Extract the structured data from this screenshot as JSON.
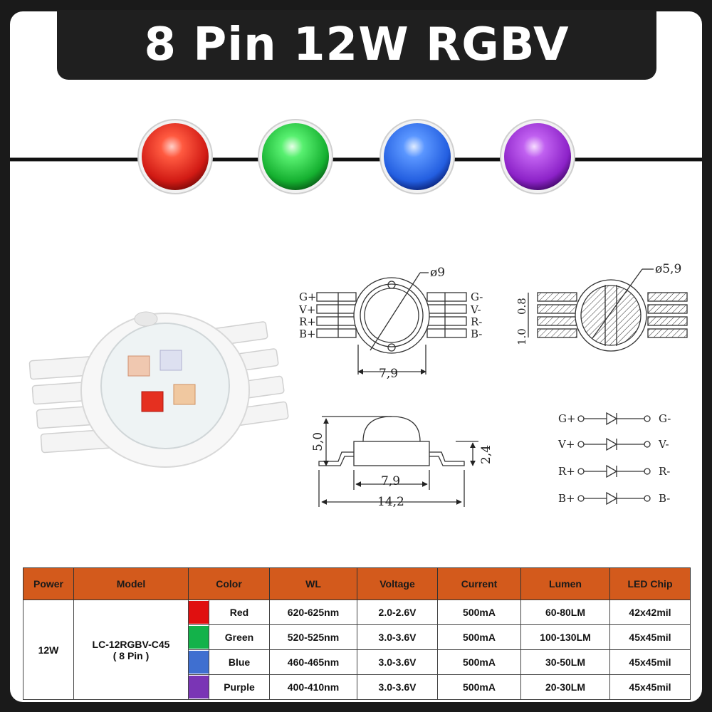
{
  "title": "8 Pin 12W RGBV",
  "leds": [
    {
      "name": "red",
      "color": "#e8231d"
    },
    {
      "name": "green",
      "color": "#1fc83a"
    },
    {
      "name": "blue",
      "color": "#2e6df0"
    },
    {
      "name": "purple",
      "color": "#9c2ad6"
    }
  ],
  "dimensions": {
    "outer_diameter": "ø9",
    "lens_diameter": "ø5,9",
    "body_width": "7,9",
    "pitch_08": "0.8",
    "pitch_10": "1.0",
    "height": "5,0",
    "base_height": "2,4",
    "lens_base": "7,9",
    "total_length": "14,2",
    "pins_left": [
      "G+",
      "V+",
      "R+",
      "B+"
    ],
    "pins_right": [
      "G-",
      "V-",
      "R-",
      "B-"
    ]
  },
  "circuit": {
    "left": [
      "G+",
      "V+",
      "R+",
      "B+"
    ],
    "right": [
      "G-",
      "V-",
      "R-",
      "B-"
    ]
  },
  "table": {
    "headers": [
      "Power",
      "Model",
      "Color",
      "WL",
      "Voltage",
      "Current",
      "Lumen",
      "LED Chip"
    ],
    "power": "12W",
    "model": "LC-12RGBV-C45",
    "model_sub": "( 8 Pin )",
    "rows": [
      {
        "swatch": "#e01010",
        "color": "Red",
        "wl": "620-625nm",
        "voltage": "2.0-2.6V",
        "current": "500mA",
        "lumen": "60-80LM",
        "chip": "42x42mil"
      },
      {
        "swatch": "#13b24a",
        "color": "Green",
        "wl": "520-525nm",
        "voltage": "3.0-3.6V",
        "current": "500mA",
        "lumen": "100-130LM",
        "chip": "45x45mil"
      },
      {
        "swatch": "#3f6fd0",
        "color": "Blue",
        "wl": "460-465nm",
        "voltage": "3.0-3.6V",
        "current": "500mA",
        "lumen": "30-50LM",
        "chip": "45x45mil"
      },
      {
        "swatch": "#7a35b5",
        "color": "Purple",
        "wl": "400-410nm",
        "voltage": "3.0-3.6V",
        "current": "500mA",
        "lumen": "20-30LM",
        "chip": "45x45mil"
      }
    ]
  }
}
